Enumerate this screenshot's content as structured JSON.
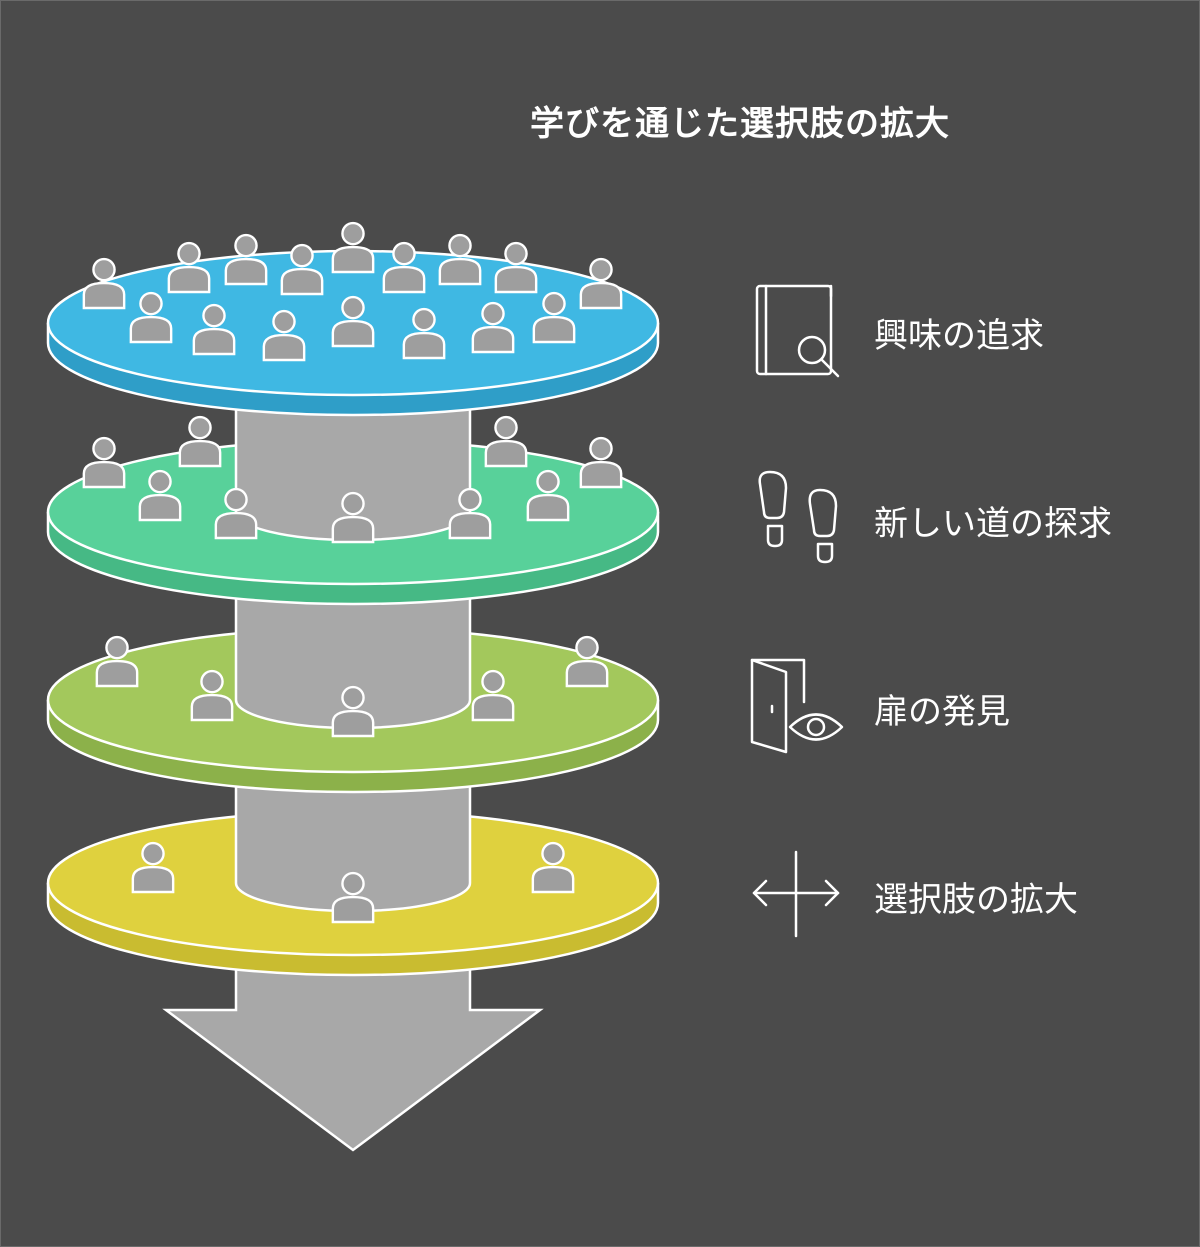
{
  "title": "学びを通じた選択肢の拡大",
  "colors": {
    "background": "#4b4b4b",
    "pillar": "#a8a8a8",
    "person": "#9e9e9e",
    "outline": "#ffffff"
  },
  "layers": [
    {
      "label": "興味の追求",
      "icon": "book-search-icon",
      "color": "#3fb8e3"
    },
    {
      "label": "新しい道の探求",
      "icon": "footprints-icon",
      "color": "#58d19a"
    },
    {
      "label": "扉の発見",
      "icon": "door-eye-icon",
      "color": "#a3c85c"
    },
    {
      "label": "選択肢の拡大",
      "icon": "horizontal-arrows-icon",
      "color": "#dfd13e"
    }
  ]
}
